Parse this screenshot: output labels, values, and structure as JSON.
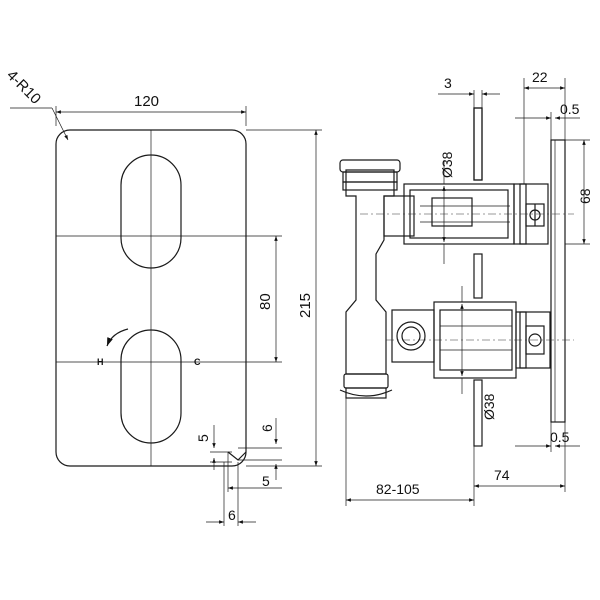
{
  "front_view": {
    "corner_radius": "4-R10",
    "width": "120",
    "height": "215",
    "spacing": "80",
    "hot_label": "H",
    "cold_label": "C",
    "dim_5_left": "5",
    "dim_6_upper": "6",
    "dim_5_lower": "5",
    "dim_6_bottom": "6"
  },
  "side_view": {
    "dim_3": "3",
    "dim_22": "22",
    "dim_05_top": "0.5",
    "dia_38_top": "Ø38",
    "dim_68": "68",
    "dia_38_bottom": "Ø38",
    "dim_05_bottom": "0.5",
    "dim_74": "74",
    "depth_range": "82-105"
  }
}
